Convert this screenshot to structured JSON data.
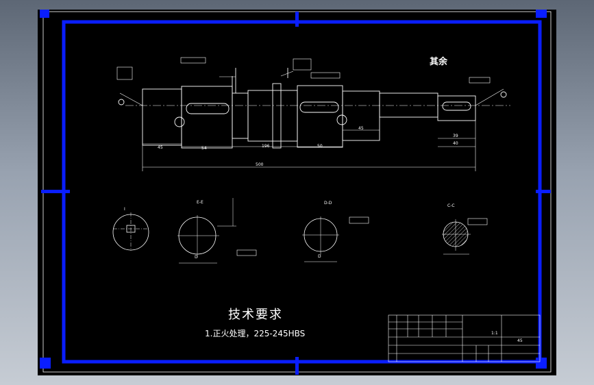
{
  "drawing": {
    "rough_note": "其余",
    "dimensions": [
      "45",
      "54",
      "196",
      "50",
      "45",
      "39",
      "40",
      "500"
    ],
    "section_labels": [
      "I",
      "E-E",
      "D-D",
      "C-C"
    ],
    "section_dims": [
      "D",
      "D"
    ],
    "tech_req": {
      "title": "技术要求",
      "item1": "1.正火处理，225-245HBS"
    },
    "title_block": {
      "scale": "1:1",
      "material": "45"
    }
  },
  "colors": {
    "background": "#000000",
    "line": "#ffffff",
    "frame": "#0a1eff",
    "grips": "#0a1eff",
    "window": "#98a2b0"
  }
}
